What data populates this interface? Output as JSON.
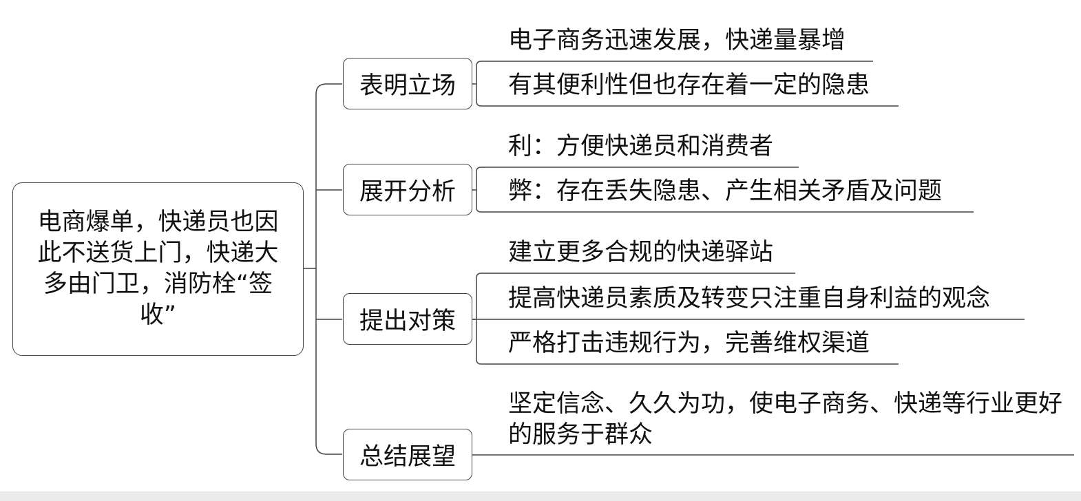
{
  "mindmap": {
    "root": "电商爆单，快递员也因此不送货上门，快递大多由门卫，消防栓“签收”",
    "branches": [
      {
        "label": "表明立场",
        "leaves": [
          "电子商务迅速发展，快递量暴增",
          "有其便利性但也存在着一定的隐患"
        ]
      },
      {
        "label": "展开分析",
        "leaves": [
          "利：方便快递员和消费者",
          "弊：存在丢失隐患、产生相关矛盾及问题"
        ]
      },
      {
        "label": "提出对策",
        "leaves": [
          "建立更多合规的快递驿站",
          "提高快递员素质及转变只注重自身利益的观念",
          "严格打击违规行为，完善维权渠道"
        ]
      },
      {
        "label": "总结展望",
        "leaves": [
          "坚定信念、久久为功，使电子商务、快递等行业更好的服务于群众"
        ]
      }
    ]
  },
  "colors": {
    "line": "#444444",
    "text": "#111111",
    "background": "#ffffff"
  }
}
